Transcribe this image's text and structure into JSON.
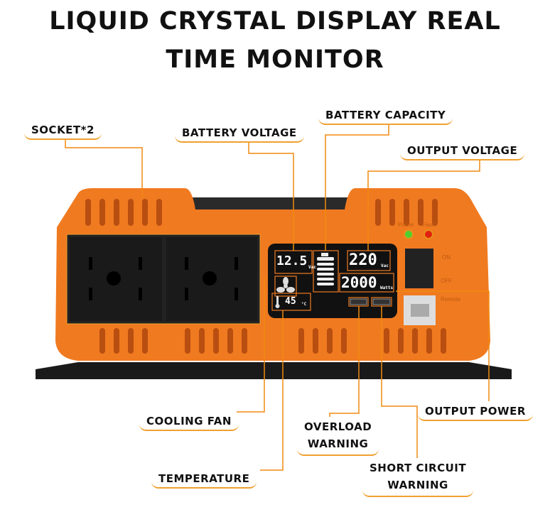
{
  "title": {
    "line1": "LIQUID CRYSTAL DISPLAY REAL",
    "line2": "TIME MONITOR"
  },
  "callouts": {
    "socket": "SOCKET*2",
    "battery_voltage": "BATTERY VOLTAGE",
    "battery_capacity": "BATTERY CAPACITY",
    "output_voltage": "OUTPUT VOLTAGE",
    "output_power": "OUTPUT POWER",
    "cooling_fan": "COOLING FAN",
    "temperature": "TEMPERATURE",
    "overload_warning": [
      "OVERLOAD",
      "WARNING"
    ],
    "short_circuit_warning": [
      "SHORT CIRCUIT",
      "WARNING"
    ]
  },
  "lcd": {
    "battery_voltage": "12.5",
    "battery_voltage_unit": "Vac",
    "output_voltage": "220",
    "output_voltage_unit": "Vac",
    "output_power": "2000",
    "output_power_unit": "Watts",
    "temperature": "45",
    "temperature_unit": "°C"
  },
  "panel": {
    "power": "Power",
    "fault": "Fault",
    "on": "ON",
    "off": "OFF",
    "remote": "Remote"
  },
  "colors": {
    "body": "#f07a20",
    "accent_line": "#f0a030",
    "lcd": "#111111",
    "power_led": "#4fd030",
    "fault_led": "#e02010"
  }
}
